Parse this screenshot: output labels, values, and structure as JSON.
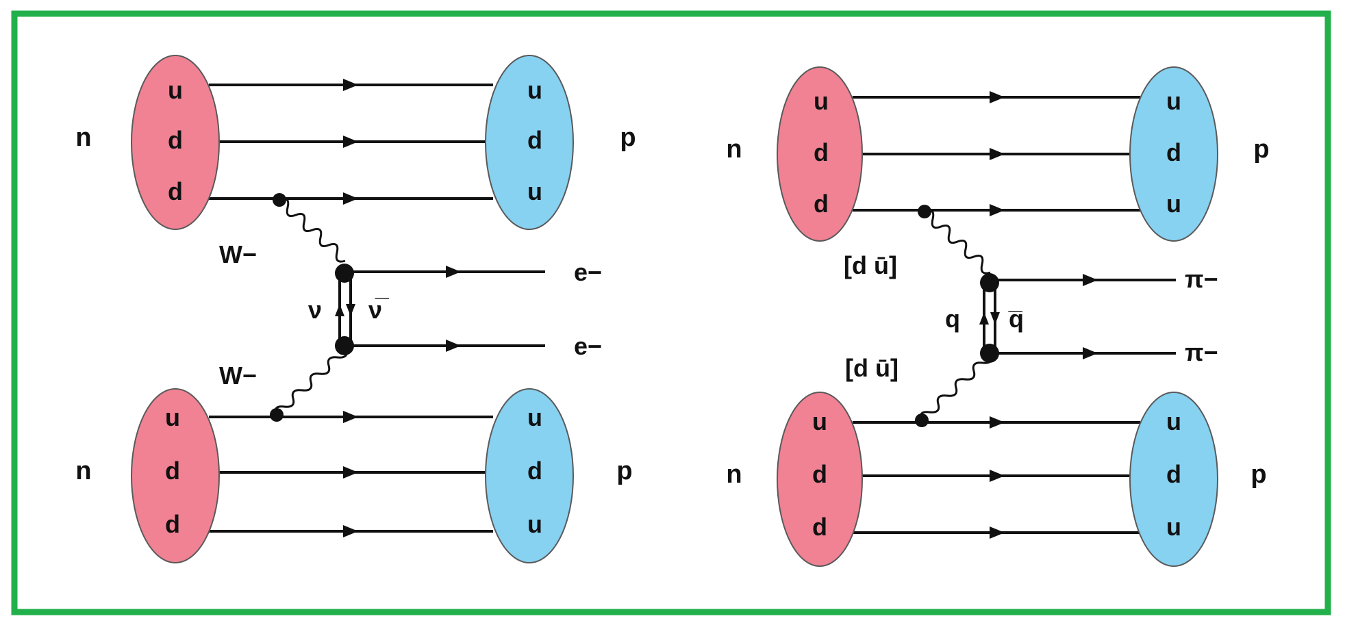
{
  "colors": {
    "frame": "#22b04b",
    "neutron_fill": "#f08294",
    "proton_fill": "#87d1f1",
    "line": "#111111"
  },
  "left_panel": {
    "top": {
      "in_label": "n",
      "out_label": "p",
      "in_quarks": [
        "u",
        "d",
        "d"
      ],
      "out_quarks": [
        "u",
        "d",
        "u"
      ]
    },
    "bottom": {
      "in_label": "n",
      "out_label": "p",
      "in_quarks": [
        "u",
        "d",
        "d"
      ],
      "out_quarks": [
        "u",
        "d",
        "u"
      ]
    },
    "boson_top": "W−",
    "boson_bottom": "W−",
    "loop_left": "ν",
    "loop_right": "ν̅",
    "out_top": "e−",
    "out_bottom": "e−"
  },
  "right_panel": {
    "top": {
      "in_label": "n",
      "out_label": "p",
      "in_quarks": [
        "u",
        "d",
        "d"
      ],
      "out_quarks": [
        "u",
        "d",
        "u"
      ]
    },
    "bottom": {
      "in_label": "n",
      "out_label": "p",
      "in_quarks": [
        "u",
        "d",
        "d"
      ],
      "out_quarks": [
        "u",
        "d",
        "u"
      ]
    },
    "boson_top": "[d ū]",
    "boson_bottom": "[d ū]",
    "loop_left": "q",
    "loop_right": "q̅",
    "out_top": "π−",
    "out_bottom": "π−"
  }
}
